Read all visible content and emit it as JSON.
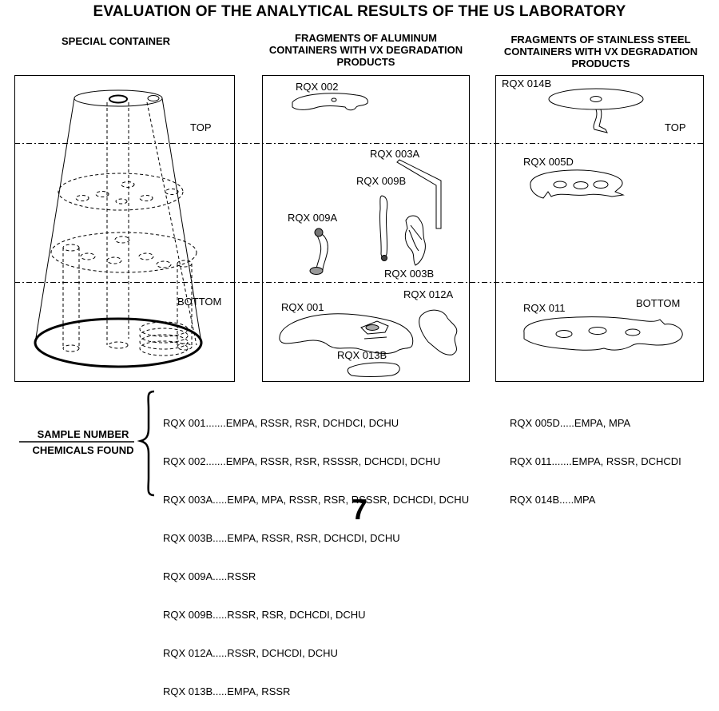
{
  "title": "EVALUATION OF THE ANALYTICAL RESULTS OF THE US LABORATORY",
  "columns": {
    "special": "SPECIAL CONTAINER",
    "aluminum": [
      "FRAGMENTS OF ALUMINUM",
      "CONTAINERS WITH VX DEGRADATION",
      "PRODUCTS"
    ],
    "steel": [
      "FRAGMENTS OF STAINLESS STEEL",
      "CONTAINERS WITH VX DEGRADATION",
      "PRODUCTS"
    ]
  },
  "zones": {
    "top_left": "TOP",
    "bottom_left": "BOTTOM",
    "top_right": "TOP",
    "bottom_right": "BOTTOM"
  },
  "fragments": {
    "rqx002": "RQX 002",
    "rqx003a": "RQX 003A",
    "rqx009b": "RQX 009B",
    "rqx009a": "RQX 009A",
    "rqx003b": "RQX 003B",
    "rqx001": "RQX 001",
    "rqx012a": "RQX 012A",
    "rqx013b": "RQX 013B",
    "rqx014b": "RQX 014B",
    "rqx005d": "RQX 005D",
    "rqx011": "RQX 011"
  },
  "legend": {
    "sample": "SAMPLE   NUMBER",
    "chemicals": "CHEMICALS FOUND"
  },
  "results_left": [
    "RQX 001.......EMPA, RSSR, RSR, DCHDCI, DCHU",
    "RQX 002.......EMPA, RSSR, RSR, RSSSR, DCHCDI, DCHU",
    "RQX 003A.....EMPA, MPA, RSSR, RSR, RSSSR, DCHCDI, DCHU",
    "RQX 003B.....EMPA, RSSR, RSR, DCHCDI, DCHU",
    "RQX 009A.....RSSR",
    "RQX 009B.....RSSR, RSR, DCHCDI, DCHU",
    "RQX 012A.....RSSR, DCHCDI, DCHU",
    "RQX 013B.....EMPA, RSSR"
  ],
  "results_right": [
    "RQX 005D.....EMPA, MPA",
    "RQX 011.......EMPA, RSSR, DCHCDI",
    "RQX 014B.....MPA"
  ],
  "page_number": "7"
}
